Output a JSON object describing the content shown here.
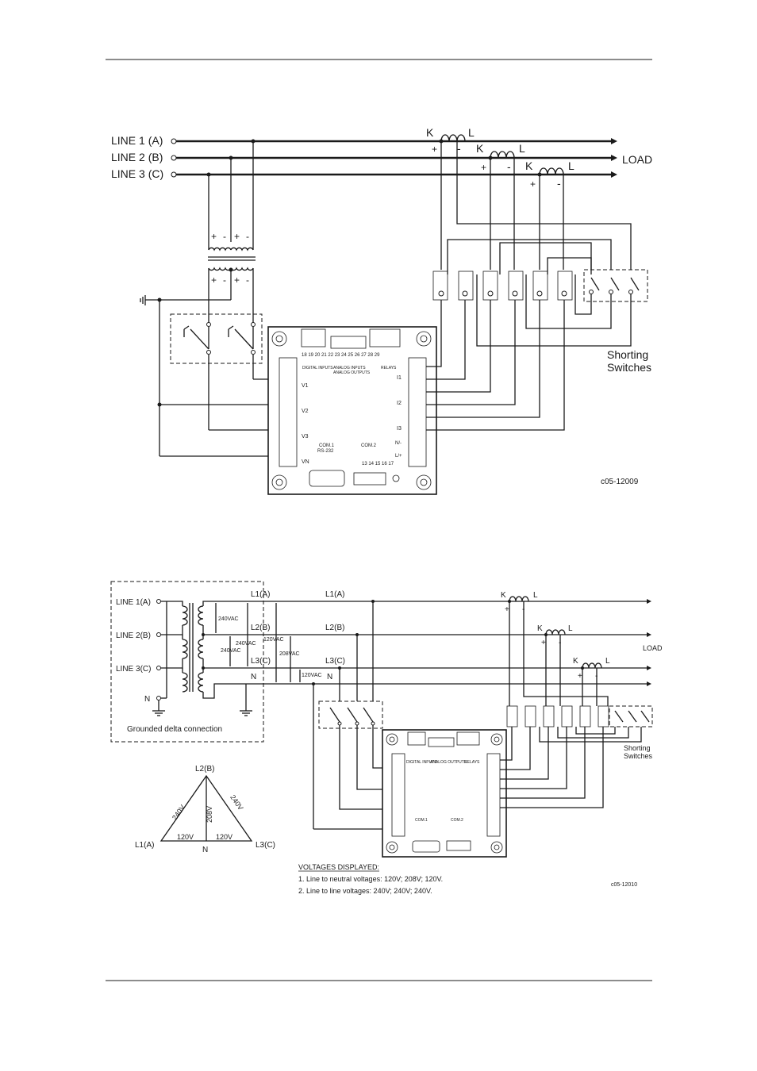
{
  "diagram1": {
    "line_labels": [
      "LINE 1  (A)",
      "LINE 2  (B)",
      "LINE 3  (C)"
    ],
    "load_label": "LOAD",
    "ct_k": "K",
    "ct_l": "L",
    "plus": "+",
    "minus": "-",
    "shorting_switches": [
      "Shorting",
      "Switches"
    ],
    "meter": {
      "top_terminals": "18 19 20  21 22 23 24 25  26 27 28 29",
      "digital_inputs": "DIGITAL INPUTS",
      "analog_inputs": "ANALOG INPUTS",
      "analog_outputs": "ANALOG OUTPUTS",
      "relays": "RELAYS",
      "left_labels": [
        "V1",
        "V2",
        "V3",
        "VN"
      ],
      "right_labels": [
        "I1",
        "I2",
        "I3",
        "N/-",
        "L/+"
      ],
      "com1": "COM.1",
      "com1_sub": "RS-232",
      "com2": "COM.2",
      "bottom_terminals": "13 14 15 16 17"
    },
    "code": "c05-12009"
  },
  "diagram2": {
    "line_labels": [
      "LINE 1(A)",
      "LINE 2(B)",
      "LINE 3(C)",
      "N"
    ],
    "grounded_delta": "Grounded delta connection",
    "vac_labels": [
      "240VAC",
      "240VAC",
      "240VAC",
      "120VAC",
      "208VAC",
      "120VAC"
    ],
    "phase_labels": [
      "L1(A)",
      "L2(B)",
      "L3(C)",
      "N"
    ],
    "load_label": "LOAD",
    "ct_k": "K",
    "ct_l": "L",
    "plus": "+",
    "minus": "-",
    "shorting_switches": [
      "Shorting",
      "Switches"
    ],
    "triangle": {
      "top": "L2(B)",
      "left": "L1(A)",
      "right": "L3(C)",
      "bottom": "N",
      "side_left": "240V",
      "side_right": "240V",
      "center": "208V",
      "base_left": "120V",
      "base_right": "120V"
    },
    "voltages_title": "VOLTAGES DISPLAYED:",
    "voltages": [
      "1. Line to neutral voltages: 120V; 208V; 120V.",
      "2. Line to line voltages: 240V; 240V; 240V."
    ],
    "code": "c05-12010"
  }
}
